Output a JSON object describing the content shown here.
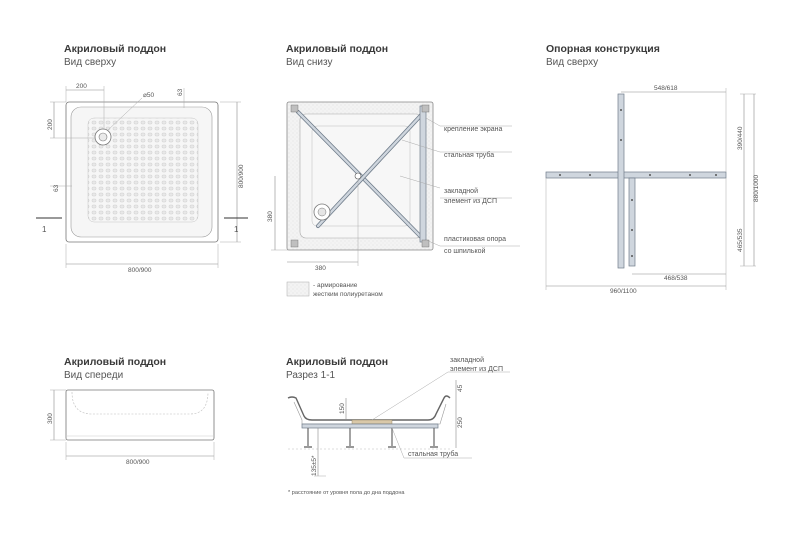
{
  "views": {
    "top": {
      "title": "Акриловый поддон",
      "subtitle": "Вид сверху",
      "dims": {
        "d200_top": "200",
        "d50": "⌀50",
        "d63_side": "63",
        "d200_side": "200",
        "d63_left": "63",
        "width": "800/900",
        "height": "800/900",
        "section_mark": "1"
      }
    },
    "bottom": {
      "title": "Акриловый поддон",
      "subtitle": "Вид снизу",
      "dims": {
        "d380_v": "380",
        "d380_h": "380"
      },
      "callouts": [
        "крепление экрана",
        "стальная труба",
        "закладной",
        "элемент из ДСП",
        "пластиковая опора",
        "со шпилькой"
      ],
      "legend": [
        "- армирование",
        "жестким полиуретаном"
      ]
    },
    "frame": {
      "title": "Опорная конструкция",
      "subtitle": "Вид сверху",
      "dims": {
        "top": "548/618",
        "right_top": "390/440",
        "right_total": "880/1000",
        "right_bottom": "465/535",
        "bottom_inner": "468/538",
        "bottom_total": "960/1100"
      }
    },
    "front": {
      "title": "Акриловый поддон",
      "subtitle": "Вид спереди",
      "dims": {
        "height": "300",
        "width": "800/900"
      }
    },
    "section": {
      "title": "Акриловый поддон",
      "subtitle": "Разрез 1-1",
      "callouts": [
        "закладной",
        "элемент из ДСП",
        "стальная труба"
      ],
      "dims": {
        "d45": "45",
        "d150": "150",
        "d250": "250",
        "d135": "135±5*"
      },
      "footnote": "* расстояние от уровня пола до дна поддона"
    }
  }
}
